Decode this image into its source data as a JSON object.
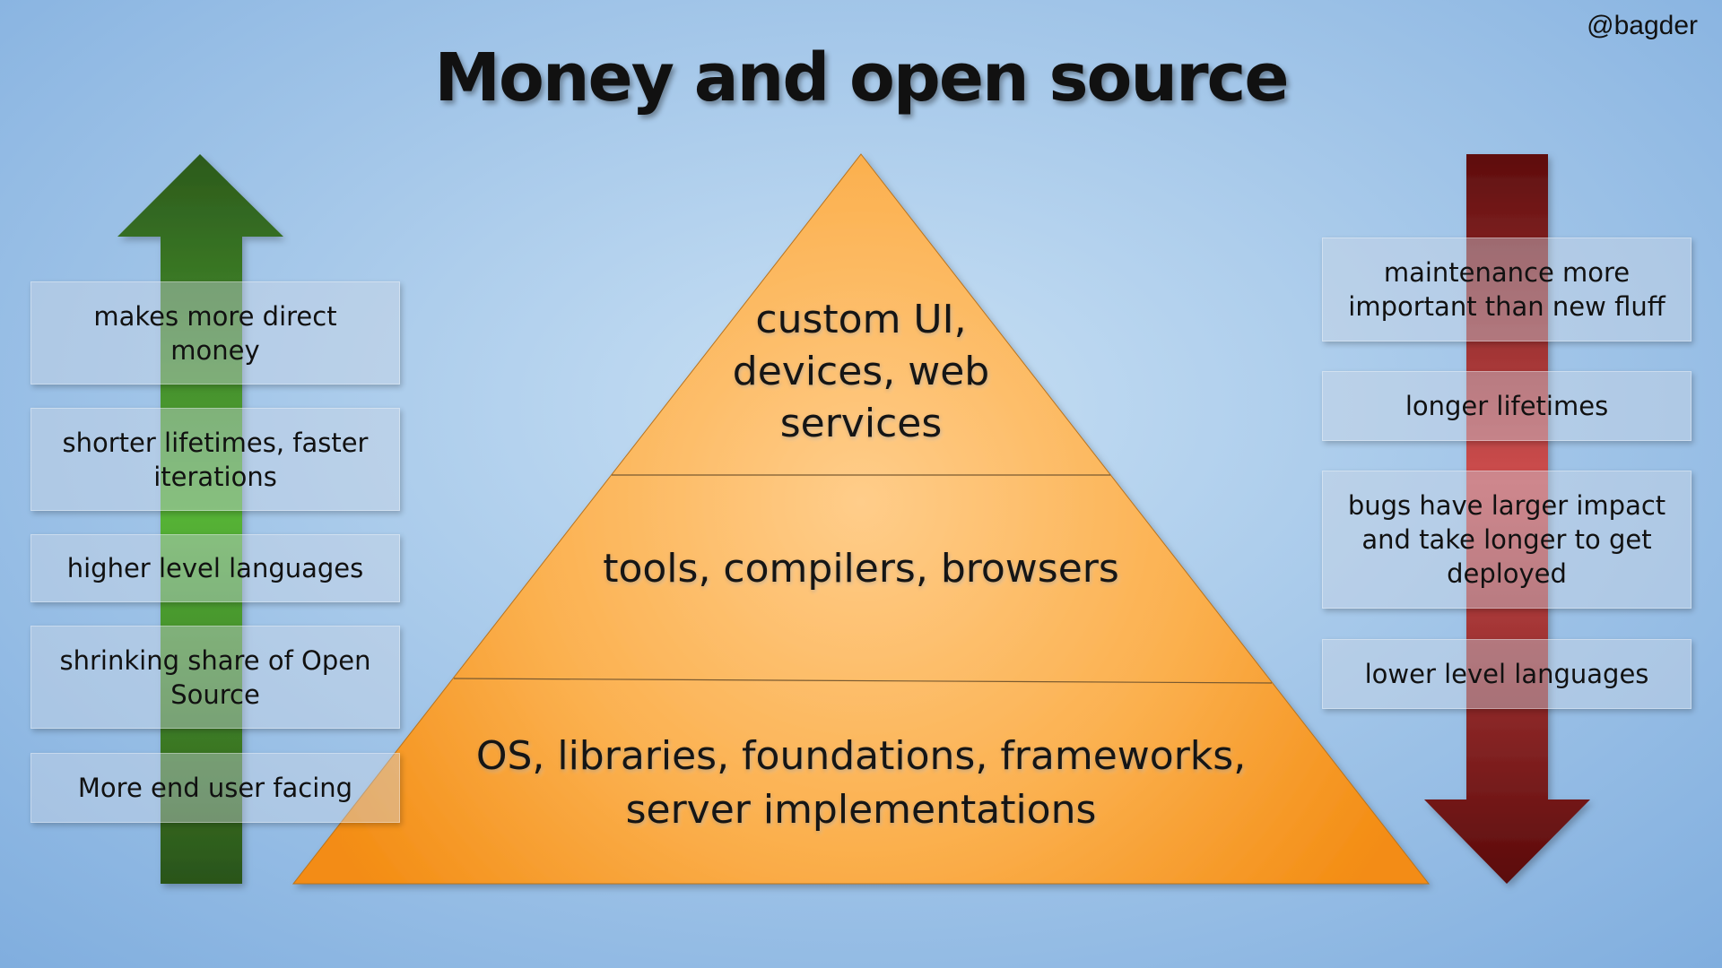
{
  "handle": "@bagder",
  "title": "Money and open source",
  "pyramid": {
    "top": [
      "custom UI,",
      "devices, web",
      "services"
    ],
    "middle": [
      "tools, compilers, browsers"
    ],
    "bottom": [
      "OS, libraries, foundations, frameworks,",
      "server implementations"
    ]
  },
  "left_column": {
    "arrow_direction": "up",
    "arrow_color": "#3a8a24",
    "items": [
      "makes more direct money",
      "shorter lifetimes, faster iterations",
      "higher level languages",
      "shrinking share of Open Source",
      "More end user facing"
    ]
  },
  "right_column": {
    "arrow_direction": "down",
    "arrow_color": "#b83232",
    "items": [
      "maintenance more important than new fluff",
      "longer lifetimes",
      "bugs have larger impact and take longer to get deployed",
      "lower level languages"
    ]
  },
  "colors": {
    "pyramid_light": "#ffc77f",
    "pyramid_dark": "#f7941d",
    "background": "#a7c9ea"
  }
}
